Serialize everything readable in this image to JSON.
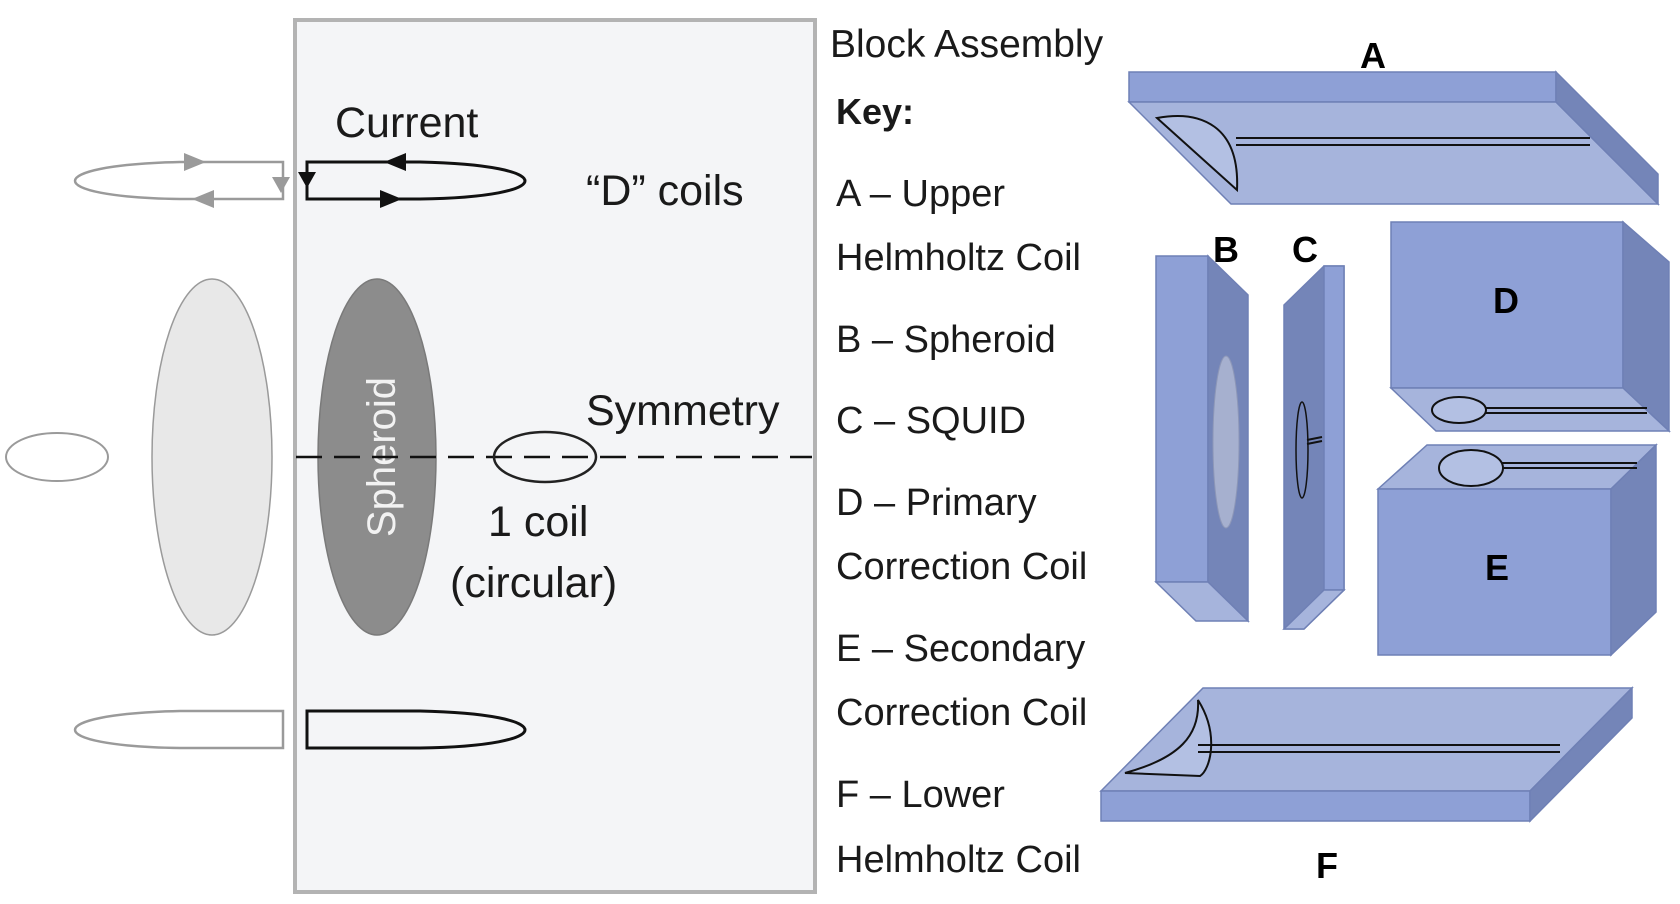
{
  "left_panel": {
    "current_label": "Current",
    "d_coils_label": "“D” coils",
    "symmetry_label": "Symmetry",
    "spheroid_label": "Spheroid",
    "one_coil_label": "1 coil",
    "circular_label": "(circular)"
  },
  "key": {
    "heading": "Block Assembly",
    "key_label": "Key:",
    "lines": [
      "A – Upper",
      "Helmholtz  Coil",
      "B – Spheroid",
      "C – SQUID",
      "D – Primary",
      "Correction Coil",
      "E – Secondary",
      "Correction Coil",
      "F – Lower",
      "Helmholtz  Coil"
    ]
  },
  "blocks": {
    "a": "A",
    "b": "B",
    "c": "C",
    "d": "D",
    "e": "E",
    "f": "F"
  },
  "colors": {
    "panel_bg": "#f4f5f7",
    "panel_border": "#b3b3b3",
    "spheroid": "#8c8c8c",
    "ghost_spheroid": "#e8e8e8",
    "ghost_line": "#9a9a9a",
    "block_top": "#a6b4dc",
    "block_front": "#8ea0d6",
    "block_side": "#7485b8"
  }
}
